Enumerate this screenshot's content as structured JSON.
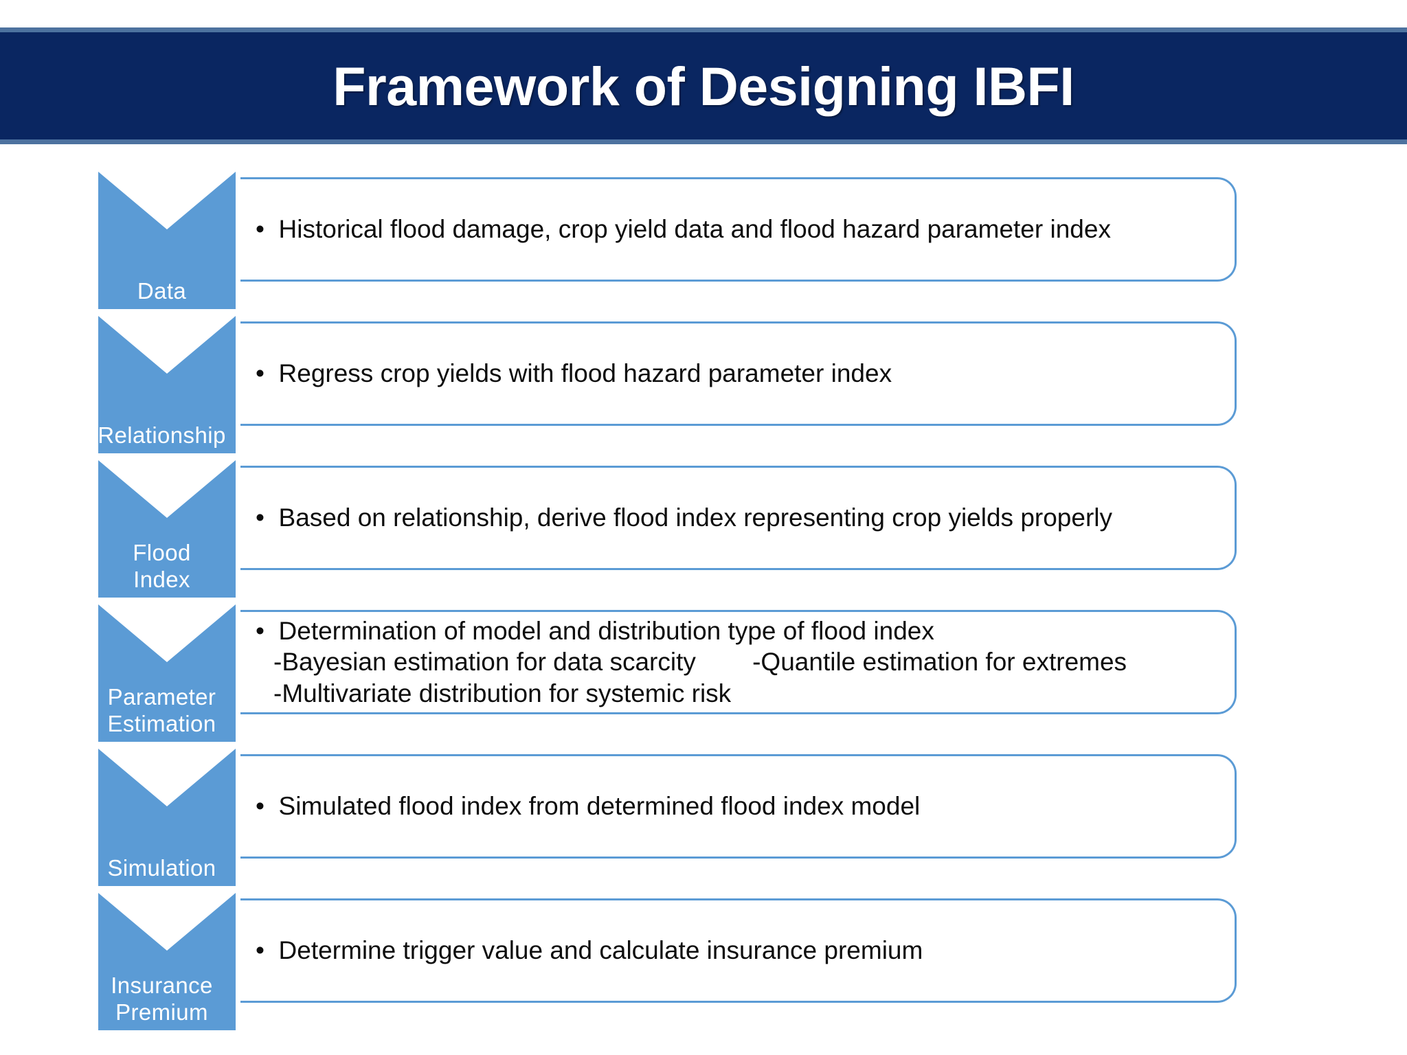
{
  "title": {
    "text": "Framework of Designing IBFI",
    "banner_color": "#0A2661",
    "banner_border_color": "#4D729F",
    "text_color": "#FFFFFF"
  },
  "theme": {
    "chevron_color": "#5B9BD5",
    "box_border_color": "#5B9BD5",
    "box_fill": "#FFFFFF",
    "body_text_color": "#0D0D0D"
  },
  "flow": {
    "steps": [
      {
        "label": "Data",
        "lines": [
          {
            "text": "Historical flood damage, crop yield data and flood hazard parameter index",
            "bulleted": true,
            "sub": false
          }
        ]
      },
      {
        "label": "Relationship",
        "lines": [
          {
            "text": "Regress crop yields with flood hazard parameter index",
            "bulleted": true,
            "sub": false
          }
        ]
      },
      {
        "label": "Flood\nIndex",
        "lines": [
          {
            "text": "Based on relationship, derive flood index representing crop yields properly",
            "bulleted": true,
            "sub": false
          }
        ]
      },
      {
        "label": "Parameter\nEstimation",
        "lines": [
          {
            "text": "Determination of model and distribution type of flood index",
            "bulleted": true,
            "sub": false
          },
          {
            "text": "-Bayesian estimation for data scarcity        -Quantile estimation for extremes",
            "bulleted": false,
            "sub": true
          },
          {
            "text": "-Multivariate distribution for systemic risk",
            "bulleted": false,
            "sub": true
          }
        ]
      },
      {
        "label": "Simulation",
        "lines": [
          {
            "text": "Simulated flood index from determined flood index model",
            "bulleted": true,
            "sub": false
          }
        ]
      },
      {
        "label": "Insurance\nPremium",
        "lines": [
          {
            "text": "Determine trigger value and calculate insurance premium",
            "bulleted": true,
            "sub": false
          }
        ]
      }
    ]
  }
}
